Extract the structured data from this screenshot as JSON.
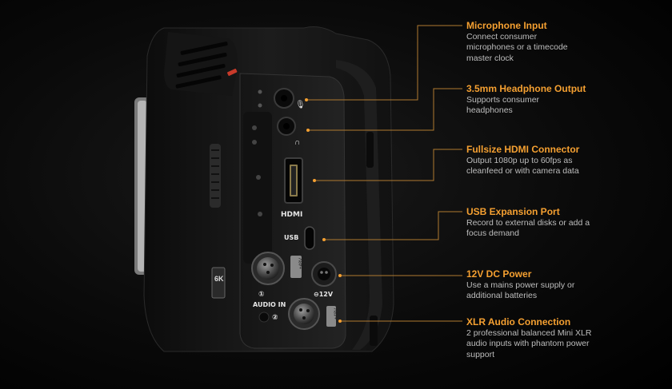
{
  "accent_color": "#f5a031",
  "camera_labels": {
    "hdmi_logo": "HDMI",
    "usb": "USB",
    "input_1": "①",
    "input_2": "②",
    "power": "⊖12V",
    "audio_in": "AUDIO IN",
    "model_badge": "6K",
    "phantom_1": "+48V",
    "phantom_2": "+48V"
  },
  "features": [
    {
      "title": "Microphone Input",
      "description": "Connect consumer microphones or a timecode master clock"
    },
    {
      "title": "3.5mm Headphone Output",
      "description": "Supports consumer headphones"
    },
    {
      "title": "Fullsize HDMI Connector",
      "description": "Output 1080p up to 60fps as cleanfeed or with camera data"
    },
    {
      "title": "USB Expansion Port",
      "description": "Record to external disks or add a focus demand"
    },
    {
      "title": "12V DC Power",
      "description": "Use a mains power supply or additional batteries"
    },
    {
      "title": "XLR Audio Connection",
      "description": "2 professional balanced Mini XLR audio inputs with phantom power support"
    }
  ]
}
